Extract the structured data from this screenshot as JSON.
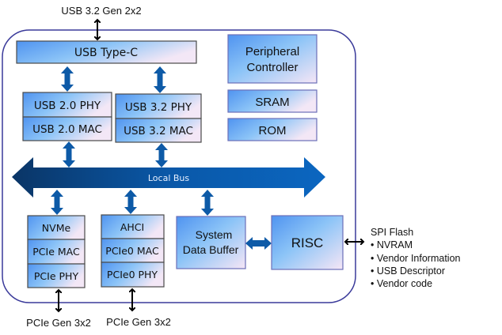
{
  "title": "USB to PCIe/NVMe bridge controller block diagram",
  "external": {
    "usb_port": "USB 3.2 Gen 2x2",
    "pcie_left": "PCIe Gen 3x2",
    "pcie_right": "PCIe Gen 3x2",
    "spi_flash": {
      "title": "SPI Flash",
      "items": [
        "• NVRAM",
        "• Vendor Information",
        "• USB Descriptor",
        "• Vendor code"
      ]
    }
  },
  "blocks": {
    "usb_typec": "USB Type-C",
    "usb2_phy": "USB 2.0 PHY",
    "usb2_mac": "USB 2.0 MAC",
    "usb32_phy": "USB 3.2 PHY",
    "usb32_mac": "USB 3.2 MAC",
    "peripheral_controller": [
      "Peripheral",
      "Controller"
    ],
    "sram": "SRAM",
    "rom": "ROM",
    "local_bus": "Local Bus",
    "nvme": "NVMe",
    "pcie_mac": "PCIe MAC",
    "pcie_phy": "PCIe PHY",
    "ahci": "AHCI",
    "pcie0_mac": "PCIe0 MAC",
    "pcie0_phy": "PCIe0 PHY",
    "system_data_buffer": [
      "System",
      "Data Buffer"
    ],
    "risc": "RISC"
  },
  "colors": {
    "container_border": "#3a3a9a",
    "box_light": "#f2e8f5",
    "box_blue": "#5aa0f5",
    "bus_dark": "#0b3a6e",
    "bus_light": "#0a62b8",
    "arrow_blue": "#0d5aa7"
  }
}
